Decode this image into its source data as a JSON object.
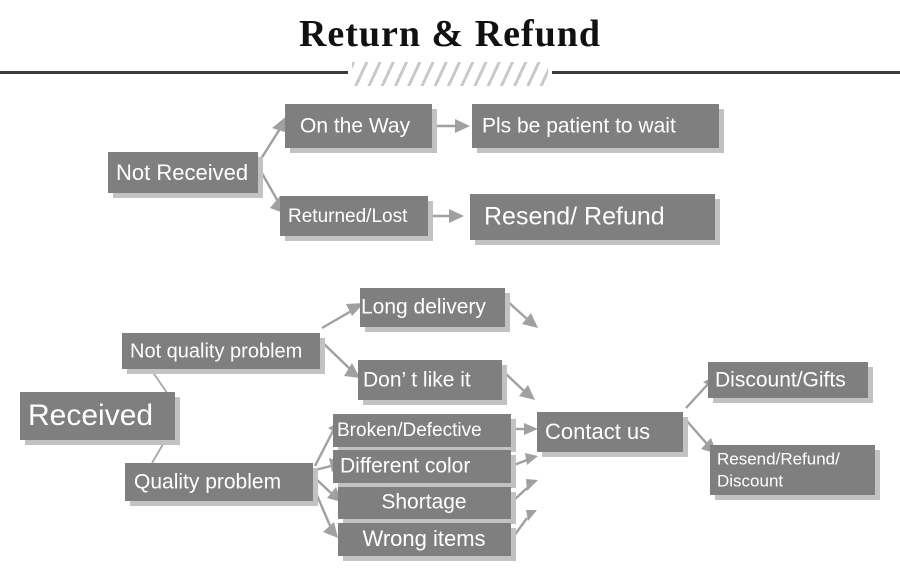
{
  "header": {
    "title": "Return & Refund",
    "divider_icon": "hatched-divider"
  },
  "colors": {
    "node_fill": "#7f7f7f",
    "node_text": "#ffffff",
    "connector": "#a0a0a0",
    "rule": "#3a3a3a",
    "hatch": "#c9c9c9",
    "background": "#ffffff"
  },
  "diagram": {
    "type": "flowchart",
    "sections": [
      {
        "name": "not-received",
        "root": "Not Received",
        "branches": [
          {
            "condition": "On the Way",
            "outcome": "Pls be patient to wait"
          },
          {
            "condition": "Returned/Lost",
            "outcome": "Resend/ Refund"
          }
        ]
      },
      {
        "name": "received",
        "root": "Received",
        "branches": [
          {
            "condition": "Not quality problem",
            "reasons": [
              "Long delivery",
              "Don’ t like it"
            ]
          },
          {
            "condition": "Quality problem",
            "reasons": [
              "Broken/Defective",
              "Different color",
              "Shortage",
              "Wrong items"
            ]
          }
        ],
        "hub": "Contact us",
        "outcomes": [
          "Discount/Gifts",
          "Resend/Refund/\nDiscount"
        ]
      }
    ],
    "nodes": {
      "not_received": "Not Received",
      "on_the_way": "On the Way",
      "pls_be_patient": "Pls be patient to wait",
      "returned_lost": "Returned/Lost",
      "resend_refund": "Resend/ Refund",
      "received": "Received",
      "not_quality_problem": "Not quality problem",
      "quality_problem": "Quality problem",
      "long_delivery": "Long delivery",
      "dont_like_it": "Don’ t like it",
      "broken_defective": "Broken/Defective",
      "different_color": "Different color",
      "shortage": "Shortage",
      "wrong_items": "Wrong items",
      "contact_us": "Contact us",
      "discount_gifts": "Discount/Gifts",
      "resend_refund_discount_line1": "Resend/Refund/",
      "resend_refund_discount_line2": "Discount"
    }
  }
}
